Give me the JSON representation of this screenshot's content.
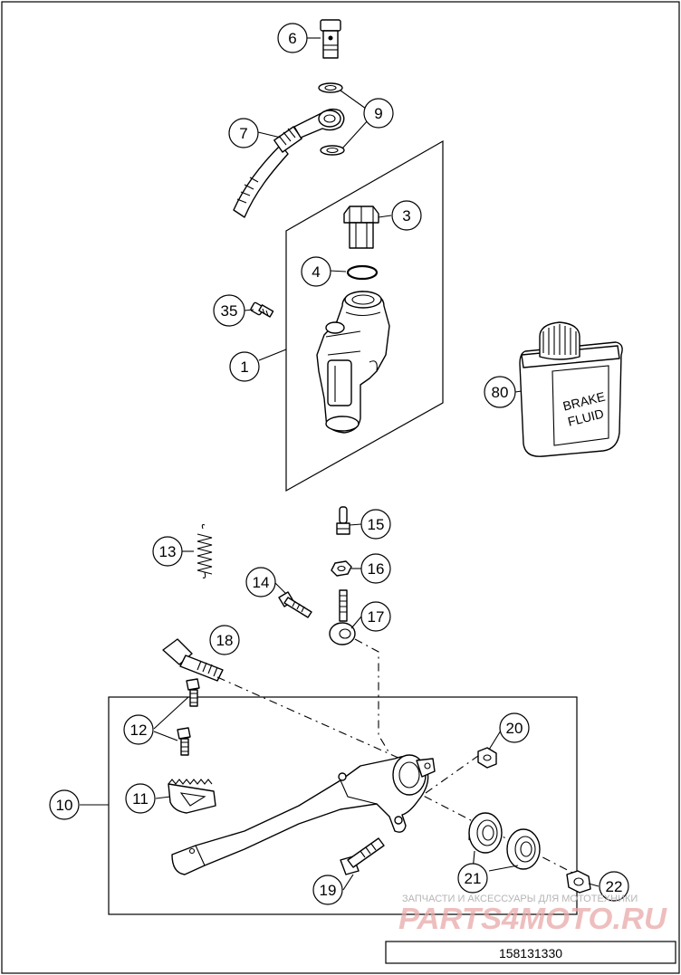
{
  "callouts": {
    "c1": "1",
    "c3": "3",
    "c4": "4",
    "c6": "6",
    "c7": "7",
    "c9": "9",
    "c10": "10",
    "c11": "11",
    "c12": "12",
    "c13": "13",
    "c14": "14",
    "c15": "15",
    "c16": "16",
    "c17": "17",
    "c18": "18",
    "c19": "19",
    "c20": "20",
    "c21": "21",
    "c22": "22",
    "c35": "35",
    "c80": "80"
  },
  "bottle_label": {
    "line1": "BRAKE",
    "line2": "FLUID"
  },
  "watermark": {
    "top_text": "ЗАПЧАСТИ И АКСЕССУАРЫ ДЛЯ МОТОТЕХНИКИ",
    "brand_text": "PARTS4MOTO.RU"
  },
  "diagram_number": "158131330"
}
